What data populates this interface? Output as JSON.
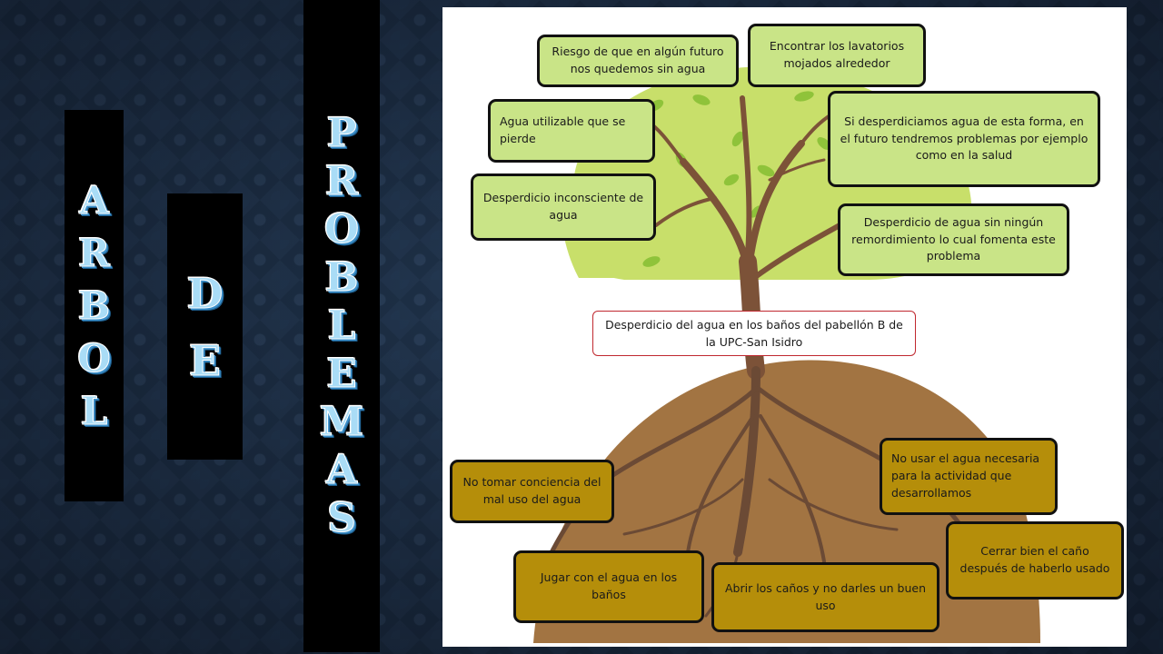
{
  "title": {
    "word1": [
      "A",
      "R",
      "B",
      "O",
      "L"
    ],
    "word2": [
      "D",
      "E"
    ],
    "word3": [
      "P",
      "R",
      "O",
      "B",
      "L",
      "E",
      "M",
      "A",
      "S"
    ]
  },
  "diagram": {
    "central_problem": "Desperdicio del agua en los baños del pabellón B de la UPC-San Isidro",
    "effects": [
      "Riesgo de que en algún futuro nos quedemos sin agua",
      "Encontrar los lavatorios mojados alrededor",
      "Agua utilizable que se pierde",
      "Si desperdiciamos agua de esta forma, en el futuro tendremos problemas por ejemplo como en la salud",
      "Desperdicio inconsciente de agua",
      "Desperdicio de agua sin ningún remordimiento lo cual fomenta este problema"
    ],
    "causes": [
      "No tomar conciencia del mal uso del agua",
      "No usar el agua necesaria para la actividad que desarrollamos",
      "Cerrar bien el caño después de haberlo usado",
      "Jugar con el agua en los baños",
      "Abrir los caños y no darles un buen uso"
    ]
  },
  "colors": {
    "effect_box": "#c9e487",
    "cause_box": "#b58e0a",
    "canopy": "#c8df6a",
    "soil": "#a27442",
    "trunk": "#7c5238",
    "title_letter": "#a9dcf6"
  }
}
